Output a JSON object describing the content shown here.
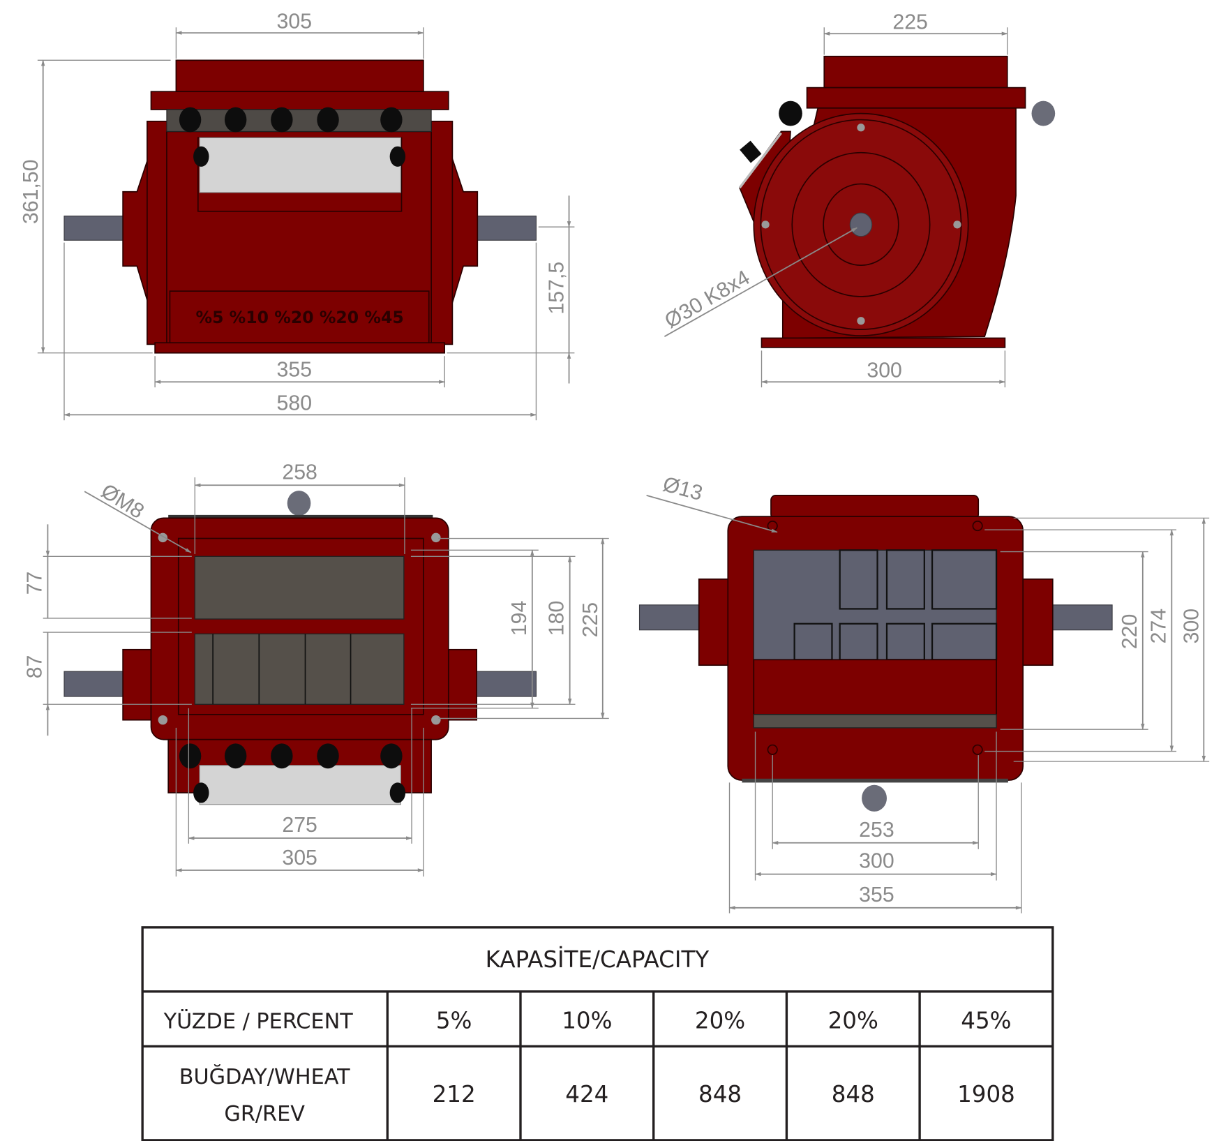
{
  "front_view": {
    "dims": {
      "top_width": "305",
      "height": "361,50",
      "shaft_height": "157,5",
      "base_width": "355",
      "overall_width": "580"
    },
    "engraving": "%5 %10 %20 %20 %45"
  },
  "side_view": {
    "dims": {
      "top_width": "225",
      "base_width": "300"
    },
    "shaft_callout": "Ø30 K8x4"
  },
  "top_view": {
    "dims": {
      "inner_width": "258",
      "hole_callout": "ØM8",
      "h77": "77",
      "h87": "87",
      "h194": "194",
      "h180": "180",
      "h225": "225",
      "w275": "275",
      "w305": "305"
    }
  },
  "bottom_view": {
    "dims": {
      "hole_callout": "Ø13",
      "w253": "253",
      "w300": "300",
      "w355": "355",
      "h220": "220",
      "h274": "274",
      "h300": "300"
    }
  },
  "capacity_table": {
    "title": "KAPASİTE/CAPACITY",
    "row_percent_label": "YÜZDE / PERCENT",
    "percents": [
      "5%",
      "10%",
      "20%",
      "20%",
      "45%"
    ],
    "row_wheat_label_line1": "BUĞDAY/WHEAT",
    "row_wheat_label_line2": "GR/REV",
    "wheat_values": [
      "212",
      "424",
      "848",
      "848",
      "1908"
    ]
  },
  "colors": {
    "body": "#7d0000",
    "shaft": "#5f6170",
    "dimension": "#8a8a8a",
    "table_ink": "#231f20"
  }
}
